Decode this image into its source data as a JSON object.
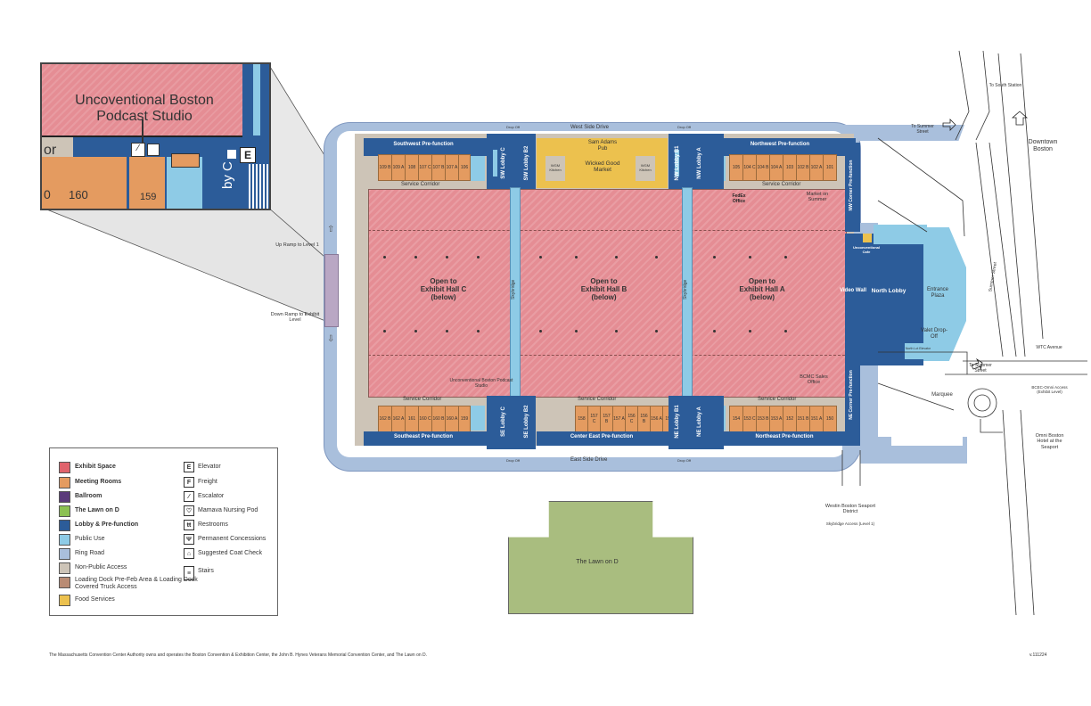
{
  "inset": {
    "label_line1": "Uncoventional Boston",
    "label_line2": "Podcast Studio",
    "rooms": [
      "160",
      "159"
    ],
    "lobby_fragment": "by C",
    "elevator": "E",
    "fragment_or": "or",
    "fragment_0": "0"
  },
  "roads": {
    "west_side_drive": "West Side Drive",
    "east_side_drive": "East Side Drive",
    "drop_off": "Drop Off",
    "summer_street": "Summer Street",
    "to_south_station": "To South Station",
    "to_summer_street": "To Summer Street",
    "to_summer_street_2": "To Summer Street",
    "downtown_boston": "Downtown Boston",
    "wtc_avenue": "WTC Avenue",
    "up_ramp": "Up Ramp to Level 1",
    "down_ramp": "Down Ramp to Exhibit Level"
  },
  "halls": {
    "c": {
      "line1": "Open to",
      "line2": "Exhibit Hall C",
      "line3": "(below)"
    },
    "b": {
      "line1": "Open to",
      "line2": "Exhibit Hall B",
      "line3": "(below)"
    },
    "a": {
      "line1": "Open to",
      "line2": "Exhibit Hall A",
      "line3": "(below)"
    }
  },
  "skybridge": "Skybridge",
  "areas": {
    "southwest_prefunction": "Southwest Pre-function",
    "northwest_prefunction": "Northwest Pre-function",
    "southeast_prefunction": "Southeast Pre-function",
    "center_east_prefunction": "Center East Pre-function",
    "northeast_prefunction": "Northeast Pre-function",
    "nw_corner_prefunction": "NW Corner Pre-function",
    "ne_corner_prefunction": "NE Corner Pre-function",
    "service_corridor": "Service Corridor",
    "sam_adams_pub": "Sam Adams Pub",
    "wicked_good_market": "Wicked Good Market",
    "wgm_kitchen": "WGM Kitchen",
    "fedex_office": "FedEx Office",
    "market_on_summer": "Market on Summer",
    "unconventional_cafe": "Unconventional Cafe",
    "video_wall": "Video Wall",
    "north_lobby": "North Lobby",
    "entrance_plaza": "Entrance Plaza",
    "valet_dropoff": "Valet Drop-Off",
    "north_lot_elevator": "North Lot Elevator",
    "bcmc_sales_office": "BCMC Sales Office",
    "marquee": "Marquee",
    "podcast_studio": "Unconventional Boston Podcast Studio",
    "westin": "Westin Boston Seaport District",
    "westin_skybridge": "Skybridge Access (Level 1)",
    "bcec_omni": "BCEC-Omni Access (Exhibit Level)",
    "omni_hotel": "Omni Boston Hotel at the Seaport",
    "lawn_on_d": "The Lawn on D"
  },
  "lobbies_north": [
    "SW Lobby C",
    "SW Lobby B2",
    "NW Lobby B1",
    "NW Lobby A"
  ],
  "lobbies_south": [
    "SE Lobby C",
    "SE Lobby B2",
    "NE Lobby B1",
    "NE Lobby A"
  ],
  "rooms_north_west": [
    "109 B",
    "109 A",
    "108",
    "107 C",
    "107 B",
    "107 A",
    "106"
  ],
  "rooms_north_east": [
    "105",
    "104 C",
    "104 B",
    "104 A",
    "103",
    "102 B",
    "102 A",
    "101"
  ],
  "rooms_south_west": [
    "162 B",
    "162 A",
    "161",
    "160 C",
    "160 B",
    "160 A",
    "159"
  ],
  "rooms_south_center": [
    "158",
    "157 C",
    "157 B",
    "157 A",
    "156 C",
    "156 B",
    "156 A",
    "155"
  ],
  "rooms_south_east": [
    "154",
    "153 C",
    "153 B",
    "153 A",
    "152",
    "151 B",
    "151 A",
    "150"
  ],
  "legend": {
    "left": [
      {
        "label": "Exhibit Space",
        "color": "#e0636c",
        "bold": true
      },
      {
        "label": "Meeting Rooms",
        "color": "#e49b60",
        "bold": true
      },
      {
        "label": "Ballroom",
        "color": "#5b3a7a",
        "bold": true
      },
      {
        "label": "The Lawn on D",
        "color": "#8cc152",
        "bold": true
      },
      {
        "label": "Lobby & Pre-function",
        "color": "#2c5c99",
        "bold": true
      },
      {
        "label": "Public Use",
        "color": "#8ecbe6",
        "bold": false
      },
      {
        "label": "Ring Road",
        "color": "#a9bfdc",
        "bold": false
      },
      {
        "label": "Non-Public Access",
        "color": "#cdc4b7",
        "bold": false
      },
      {
        "label": "Loading Dock Pre-Feb Area & Loading Dock Covered Truck Access",
        "color": "#b98b73",
        "bold": false
      },
      {
        "label": "Food Services",
        "color": "#ecc14e",
        "bold": false
      }
    ],
    "right": [
      {
        "label": "Elevator",
        "icon": "E"
      },
      {
        "label": "Freight",
        "icon": "F"
      },
      {
        "label": "Escalator",
        "icon": "⁄"
      },
      {
        "label": "Mamava Nursing Pod",
        "icon": "♡"
      },
      {
        "label": "Restrooms",
        "icon": "ŧŧ"
      },
      {
        "label": "Permanent Concessions",
        "icon": "Ψ"
      },
      {
        "label": "Suggested Coat Check",
        "icon": "⌂"
      },
      {
        "label": "Stairs",
        "icon": "≡"
      }
    ]
  },
  "footer": "The Massachusetts Convention Center Authority owns and operates the Boston Convention & Exhibition Center, the John B. Hynes Veterans Memorial Convention Center, and The Lawn on D.",
  "version": "v.111224"
}
